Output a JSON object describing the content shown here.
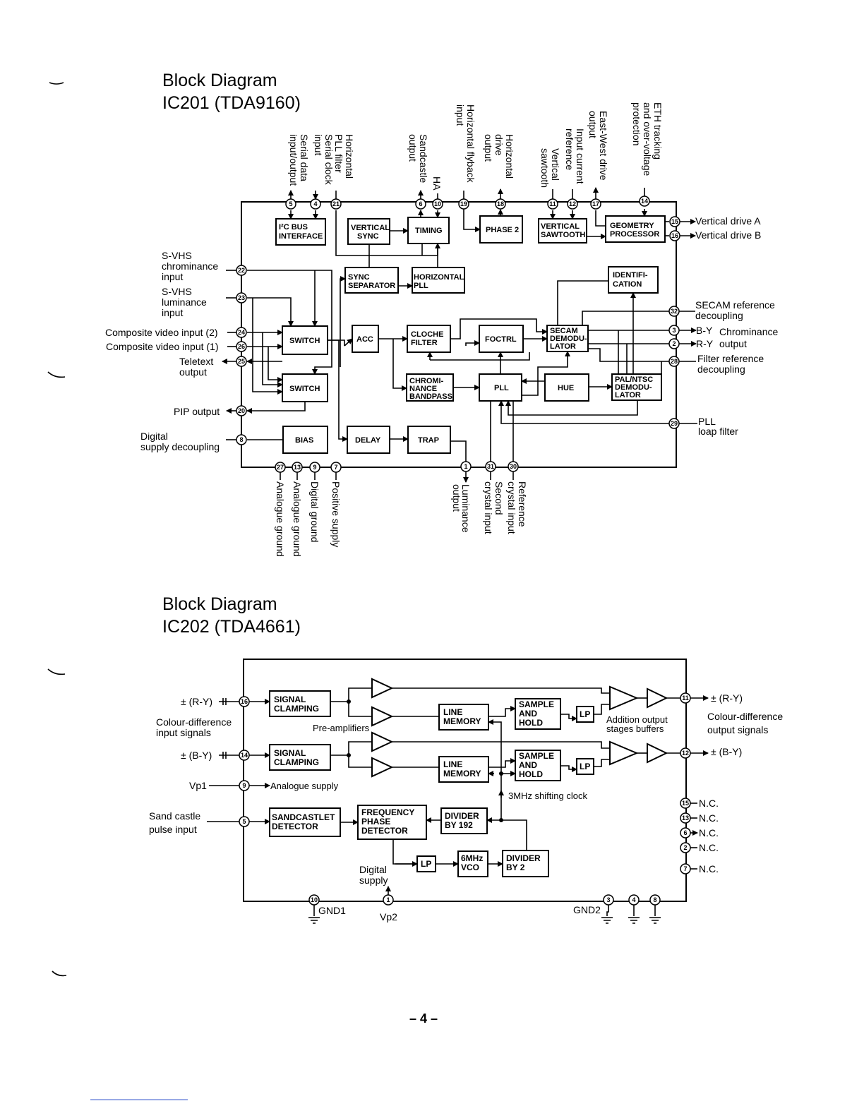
{
  "diagram1": {
    "title_line1": "Block Diagram",
    "title_line2": "IC201 (TDA9160)",
    "blocks": {
      "i2c_1": "I²C BUS",
      "i2c_2": "INTERFACE",
      "vsync_1": "VERTICAL",
      "vsync_2": "SYNC",
      "timing": "TIMING",
      "phase2": "PHASE 2",
      "vsaw_1": "VERTICAL",
      "vsaw_2": "SAWTOOTH",
      "geo_1": "GEOMETRY",
      "geo_2": "PROCESSOR",
      "syncsep_1": "SYNC",
      "syncsep_2": "SEPARATOR",
      "hpll_1": "HORIZONTAL",
      "hpll_2": "PLL",
      "ident_1": "IDENTIFI-",
      "ident_2": "CATION",
      "switch1": "SWITCH",
      "acc": "ACC",
      "cloche_1": "CLOCHE",
      "cloche_2": "FILTER",
      "foctrl": "FOCTRL",
      "secam_1": "SECAM",
      "secam_2": "DEMODU-",
      "secam_3": "LATOR",
      "switch2": "SWITCH",
      "chroma_1": "CHROMI-",
      "chroma_2": "NANCE",
      "chroma_3": "BANDPASS",
      "pll": "PLL",
      "hue": "HUE",
      "pal_1": "PAL/NTSC",
      "pal_2": "DEMODU-",
      "pal_3": "LATOR",
      "bias": "BIAS",
      "delay": "DELAY",
      "trap": "TRAP"
    },
    "left_labels": {
      "svhs_c_1": "S-VHS",
      "svhs_c_2": "chrominance",
      "svhs_c_3": "input",
      "svhs_l_1": "S-VHS",
      "svhs_l_2": "luminance",
      "svhs_l_3": "input",
      "comp2": "Composite video input (2)",
      "comp1": "Composite video input (1)",
      "teletext_1": "Teletext",
      "teletext_2": "output",
      "pip": "PIP output",
      "digital_1": "Digital",
      "digital_2": "supply decoupling"
    },
    "right_labels": {
      "vdrive_a": "Vertical drive A",
      "vdrive_b": "Vertical drive B",
      "secam_ref_1": "SECAM reference",
      "secam_ref_2": "decoupling",
      "by": "B-Y",
      "chrominance": "Chrominance",
      "ry": "R-Y",
      "output": "output",
      "filter_ref_1": "Filter reference",
      "filter_ref_2": "decoupling",
      "pll_1": "PLL",
      "pll_2": "loap filter"
    },
    "top_labels": {
      "serial_data_1": "Serial data",
      "serial_data_2": "input/output",
      "serial_clock_1": "Serial clock",
      "serial_clock_2": "input",
      "hpll_filter_1": "Horizontal",
      "hpll_filter_2": "PLL filter",
      "sandcastle_1": "Sandcastle",
      "sandcastle_2": "output",
      "ha": "HA",
      "hflyback_1": "Horizontal flyback",
      "hflyback_2": "input",
      "hdrive_1": "Horizontal",
      "hdrive_2": "drive",
      "hdrive_3": "output",
      "vsaw_1": "Vertical",
      "vsaw_2": "sawtooth",
      "icur_1": "Input current",
      "icur_2": "reference",
      "ew_1": "East-West drive",
      "ew_2": "output",
      "eth_1": "ETH tracking",
      "eth_2": "and over-voltage",
      "eth_3": "protection"
    },
    "bottom_labels": {
      "ag27": "Analogue ground",
      "ag13": "Analogue ground",
      "dg": "Digital ground",
      "ps": "Positive supply",
      "lum_1": "Luminance",
      "lum_2": "output",
      "sc_1": "Second",
      "sc_2": "crystal input",
      "rc_1": "Reference",
      "rc_2": "crystal input"
    },
    "pins": {
      "p5": "5",
      "p4": "4",
      "p21": "21",
      "p6": "6",
      "p10": "10",
      "p19": "19",
      "p18": "18",
      "p11": "11",
      "p12": "12",
      "p17": "17",
      "p14": "14",
      "p15": "15",
      "p16": "16",
      "p22": "22",
      "p23": "23",
      "p24": "24",
      "p26": "26",
      "p25": "25",
      "p20": "20",
      "p8": "8",
      "p32": "32",
      "p3": "3",
      "p2": "2",
      "p28": "28",
      "p29": "29",
      "p27": "27",
      "p13": "13",
      "p9": "9",
      "p7": "7",
      "p1": "1",
      "p31": "31",
      "p30": "30"
    }
  },
  "diagram2": {
    "title_line1": "Block Diagram",
    "title_line2": "IC202 (TDA4661)",
    "blocks": {
      "clamp1_1": "SIGNAL",
      "clamp1_2": "CLAMPING",
      "clamp2_1": "SIGNAL",
      "clamp2_2": "CLAMPING",
      "line1_1": "LINE",
      "line1_2": "MEMORY",
      "line2_1": "LINE",
      "line2_2": "MEMORY",
      "sh1_1": "SAMPLE",
      "sh1_2": "AND",
      "sh1_3": "HOLD",
      "sh2_1": "SAMPLE",
      "sh2_2": "AND",
      "sh2_3": "HOLD",
      "lp1": "LP",
      "lp2": "LP",
      "lp3": "LP",
      "sandcastlet_1": "SANDCASTLET",
      "sandcastlet_2": "DETECTOR",
      "fpd_1": "FREQUENCY",
      "fpd_2": "PHASE",
      "fpd_3": "DETECTOR",
      "div192_1": "DIVIDER",
      "div192_2": "BY 192",
      "vco_1": "6MHz",
      "vco_2": "VCO",
      "div2_1": "DIVIDER",
      "div2_2": "BY 2"
    },
    "labels": {
      "ry_in": "± (R-Y)",
      "cd_in_1": "Colour-difference",
      "cd_in_2": "input signals",
      "by_in": "± (B-Y)",
      "vp1": "Vp1",
      "analogue_supply": "Analogue supply",
      "sand_1": "Sand castle",
      "sand_2": "pulse input",
      "preamp": "Pre-amplifiers",
      "addition_1": "Addition output",
      "addition_2": "stages buffers",
      "shift_clock": "3MHz shifting clock",
      "digital_1": "Digital",
      "digital_2": "supply",
      "gnd1": "GND1",
      "vp2": "Vp2",
      "gnd2": "GND2",
      "ry_out": "± (R-Y)",
      "cd_out_1": "Colour-difference",
      "cd_out_2": "output signals",
      "by_out": "± (B-Y)",
      "nc15": "N.C.",
      "nc13": "N.C.",
      "nc6": "N.C.",
      "nc2": "N.C.",
      "nc7": "N.C."
    },
    "pins": {
      "p16": "16",
      "p14": "14",
      "p9": "9",
      "p5": "5",
      "p10": "10",
      "p1": "1",
      "p3": "3",
      "p4": "4",
      "p8": "8",
      "p11": "11",
      "p12": "12",
      "p15": "15",
      "p13": "13",
      "p6": "6",
      "p2": "2",
      "p7": "7"
    }
  },
  "page_number": "– 4 –"
}
